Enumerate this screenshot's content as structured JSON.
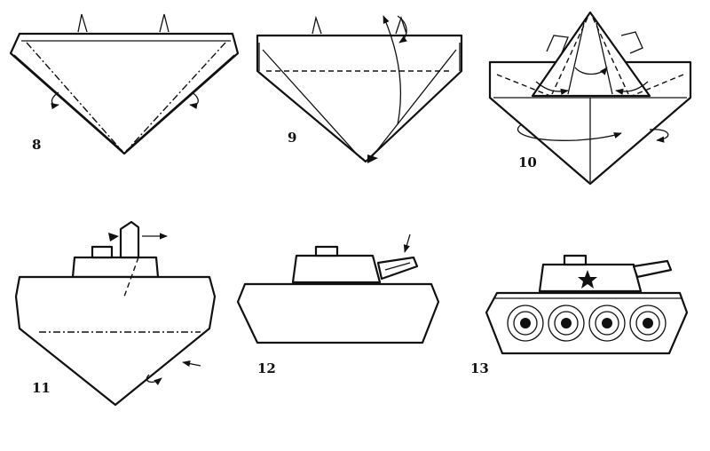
{
  "steps": [
    {
      "label": "8"
    },
    {
      "label": "9"
    },
    {
      "label": "10"
    },
    {
      "label": "11"
    },
    {
      "label": "12"
    },
    {
      "label": "13"
    }
  ]
}
